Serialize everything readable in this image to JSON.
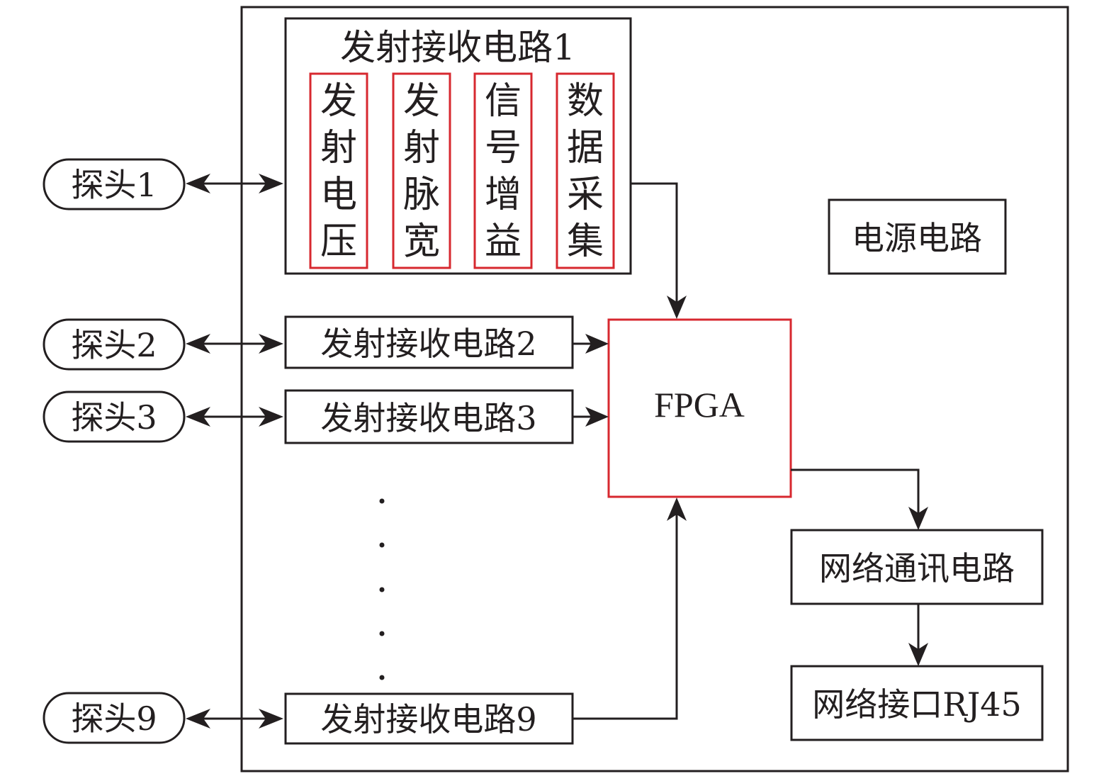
{
  "diagram": {
    "colors": {
      "line": "#231f20",
      "highlight": "#d7282f",
      "background": "#ffffff"
    },
    "probes": [
      {
        "label": "探头1"
      },
      {
        "label": "探头2"
      },
      {
        "label": "探头3"
      },
      {
        "label": "探头9"
      }
    ],
    "txrx_circuits": [
      {
        "label": "发射接收电路1"
      },
      {
        "label": "发射接收电路2"
      },
      {
        "label": "发射接收电路3"
      },
      {
        "label": "发射接收电路9"
      }
    ],
    "txrx1_functions": [
      {
        "label": "发射电压",
        "chars": [
          "发",
          "射",
          "电",
          "压"
        ]
      },
      {
        "label": "发射脉宽",
        "chars": [
          "发",
          "射",
          "脉",
          "宽"
        ]
      },
      {
        "label": "信号增益",
        "chars": [
          "信",
          "号",
          "增",
          "益"
        ]
      },
      {
        "label": "数据采集",
        "chars": [
          "数",
          "据",
          "采",
          "集"
        ]
      }
    ],
    "fpga": {
      "label": "FPGA"
    },
    "power": {
      "label": "电源电路"
    },
    "network_comm": {
      "label": "网络通讯电路"
    },
    "network_port": {
      "label": "网络接口RJ45"
    },
    "ellipsis_dots": 5,
    "connections": [
      {
        "from": "探头1",
        "to": "发射接收电路1",
        "direction": "bidirectional"
      },
      {
        "from": "探头2",
        "to": "发射接收电路2",
        "direction": "bidirectional"
      },
      {
        "from": "探头3",
        "to": "发射接收电路3",
        "direction": "bidirectional"
      },
      {
        "from": "探头9",
        "to": "发射接收电路9",
        "direction": "bidirectional"
      },
      {
        "from": "发射接收电路1",
        "to": "FPGA",
        "direction": "forward"
      },
      {
        "from": "发射接收电路2",
        "to": "FPGA",
        "direction": "forward"
      },
      {
        "from": "发射接收电路3",
        "to": "FPGA",
        "direction": "forward"
      },
      {
        "from": "发射接收电路9",
        "to": "FPGA",
        "direction": "forward"
      },
      {
        "from": "FPGA",
        "to": "网络通讯电路",
        "direction": "forward"
      },
      {
        "from": "网络通讯电路",
        "to": "网络接口RJ45",
        "direction": "forward"
      }
    ]
  }
}
